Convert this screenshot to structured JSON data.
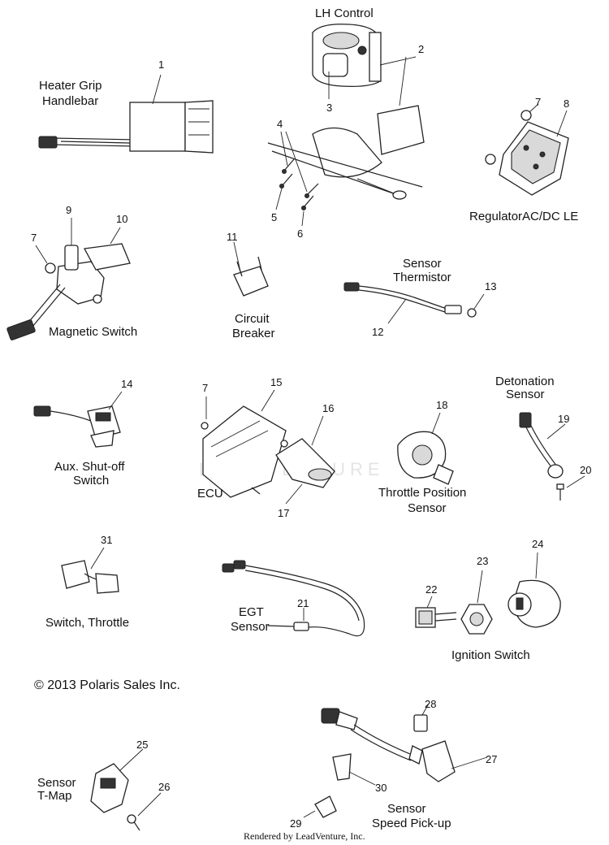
{
  "labels": {
    "lh_control": "LH Control",
    "heater_grip_line1": "Heater Grip",
    "heater_grip_line2": "Handlebar",
    "regulator": "RegulatorAC/DC LE",
    "magnetic_switch": "Magnetic Switch",
    "circuit_breaker_line1": "Circuit",
    "circuit_breaker_line2": "Breaker",
    "sensor_thermistor_line1": "Sensor",
    "sensor_thermistor_line2": "Thermistor",
    "detonation_line1": "Detonation",
    "detonation_line2": "Sensor",
    "aux_shutoff_line1": "Aux. Shut-off",
    "aux_shutoff_line2": "Switch",
    "ecu": "ECU",
    "tps_line1": "Throttle Position",
    "tps_line2": "Sensor",
    "switch_throttle": "Switch, Throttle",
    "egt_line1": "EGT",
    "egt_line2": "Sensor",
    "ignition_switch": "Ignition Switch",
    "sensor_tmap_line1": "Sensor",
    "sensor_tmap_line2": "T-Map",
    "speed_pickup_line1": "Sensor",
    "speed_pickup_line2": "Speed Pick-up"
  },
  "callouts": {
    "n1": "1",
    "n2": "2",
    "n3": "3",
    "n4": "4",
    "n5": "5",
    "n6": "6",
    "n7a": "7",
    "n7b": "7",
    "n7c": "7",
    "n8": "8",
    "n9": "9",
    "n10": "10",
    "n11": "11",
    "n12": "12",
    "n13": "13",
    "n14": "14",
    "n15": "15",
    "n16": "16",
    "n17": "17",
    "n18": "18",
    "n19": "19",
    "n20": "20",
    "n21": "21",
    "n22": "22",
    "n23": "23",
    "n24": "24",
    "n25": "25",
    "n26": "26",
    "n27": "27",
    "n28": "28",
    "n29": "29",
    "n30": "30",
    "n31": "31"
  },
  "copyright": "© 2013 Polaris Sales Inc.",
  "footer": "Rendered by LeadVenture, Inc.",
  "watermark": "LEADVENTURE"
}
